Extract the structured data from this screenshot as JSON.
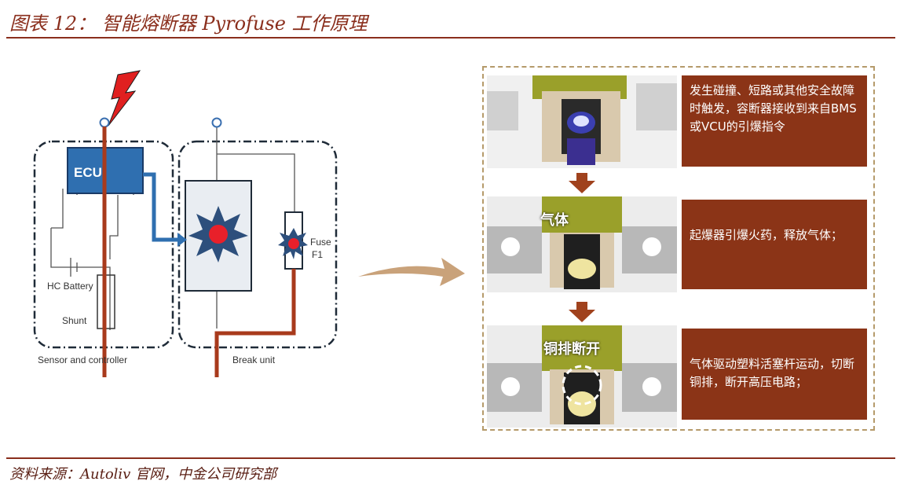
{
  "figure": {
    "title": "图表 12：  智能熔断器 Pyrofuse  工作原理",
    "source": "资料来源：Autoliv 官网，中金公司研究部"
  },
  "circuit": {
    "ecu_label": "ECU",
    "battery_label": "HC Battery",
    "shunt_label": "Shunt",
    "fuse_label_1": "Fuse",
    "fuse_label_2": "F1",
    "sensor_group_label": "Sensor and controller",
    "break_group_label": "Break unit"
  },
  "steps": [
    {
      "description": "发生碰撞、短路或其他安全故障时触发，容断器接收到来自BMS或VCU的引爆指令",
      "overlay": ""
    },
    {
      "description": "起爆器引爆火药，释放气体；",
      "overlay": "气体"
    },
    {
      "description": "气体驱动塑料活塞杆运动，切断铜排，断开高压电路；",
      "overlay": "铜排断开"
    }
  ],
  "colors": {
    "title": "#8a2e1c",
    "step_box": "#8b3417",
    "arrow": "#a0421d",
    "wire": "#a83a1c",
    "frame_dash": "#b59a6a"
  },
  "icons": {
    "lightning": "lightning-bolt-icon",
    "explosion": "explosion-icon",
    "arrow": "curved-arrow-icon"
  }
}
